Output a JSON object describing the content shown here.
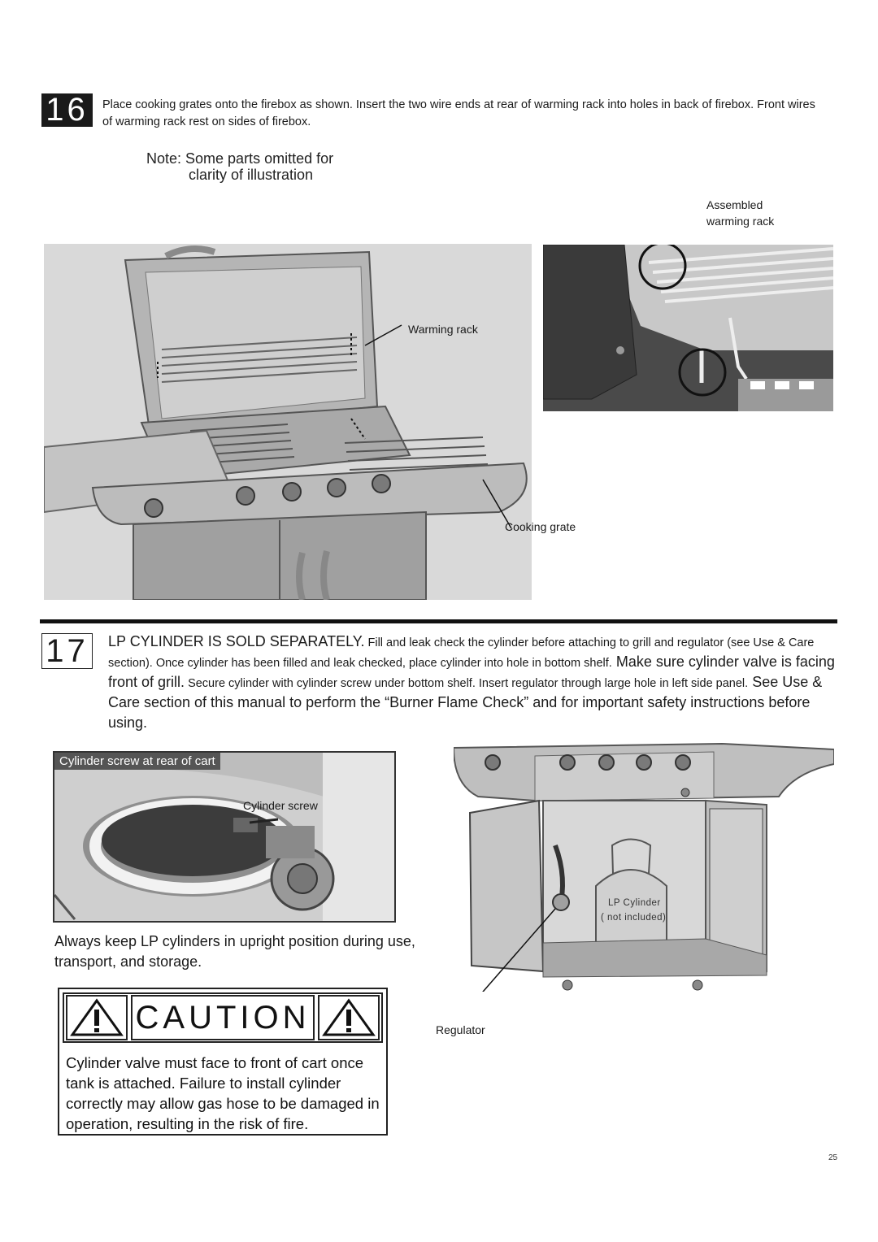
{
  "step16": {
    "number": "16",
    "text": "Place cooking grates onto the firebox as shown. Insert the two wire ends at rear of warming rack into holes in back of firebox. Front wires of warming rack rest on sides of firebox.",
    "note_line1": "Note: Some parts omitted for",
    "note_line2": "clarity of illustration",
    "labels": {
      "assembled_line1": "Assembled",
      "assembled_line2": "warming rack",
      "warming_rack": "Warming rack",
      "cooking_grate": "Cooking grate"
    }
  },
  "step17": {
    "number": "17",
    "part1": "LP CYLINDER IS SOLD SEPARATELY.",
    "part2": " Fill and leak check the cylinder before attaching to grill and regulator (see Use & Care section). Once cylinder has been filled and leak checked, place cylinder into hole in bottom shelf.",
    "part3": " Make sure cylinder valve is facing front of grill.",
    "part4": " Secure cylinder with cylinder screw under bottom shelf. Insert regulator through large hole in left side panel.",
    "part5": " See Use & Care section of this manual to perform the “Burner Flame Check” and for important safety instructions before using.",
    "photo_caption": "Cylinder screw at rear of cart",
    "cylinder_screw_label": "Cylinder screw",
    "upright_text": "Always keep LP cylinders in upright position during use, transport, and storage.",
    "lp_cylinder_label": "LP Cylinder",
    "not_included_label": "( not included)",
    "regulator_label": "Regulator"
  },
  "caution": {
    "title": "CAUTION",
    "text": "Cylinder valve must face to front of cart once tank is attached. Failure to install cylinder correctly may allow gas hose to be damaged in operation, resulting in the risk of fire."
  },
  "page_number": "25"
}
